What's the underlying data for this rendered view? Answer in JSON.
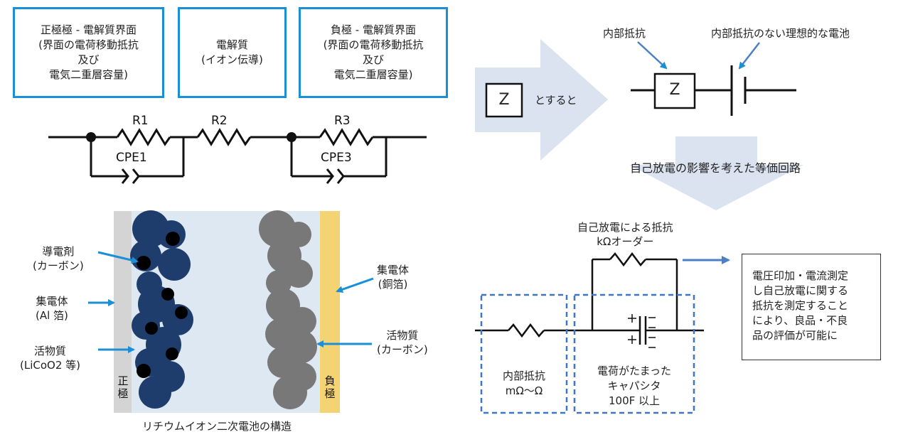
{
  "top_boxes": [
    {
      "lines": [
        "正極極 - 電解質界面",
        "(界面の電荷移動抵抗",
        "及び",
        "電気二重層容量)"
      ]
    },
    {
      "lines": [
        "電解質",
        "(イオン伝導)"
      ]
    },
    {
      "lines": [
        "負極 - 電解質界面",
        "(界面の電荷移動抵抗",
        "及び",
        "電気二重層容量)"
      ]
    }
  ],
  "circuit_labels": {
    "r1": "R1",
    "r2": "R2",
    "r3": "R3",
    "cpe1": "CPE1",
    "cpe3": "CPE3"
  },
  "battery": {
    "left_labels": [
      {
        "lines": [
          "導電剤",
          "(カーボン)"
        ]
      },
      {
        "lines": [
          "集電体",
          "(Al 箔)"
        ]
      },
      {
        "lines": [
          "活物質",
          "(LiCoO2 等)"
        ]
      }
    ],
    "right_labels": [
      {
        "lines": [
          "集電体",
          "(銅箔)"
        ]
      },
      {
        "lines": [
          "活物質",
          "(カーボン)"
        ]
      }
    ],
    "positive_label": "正極",
    "negative_label": "負極",
    "caption": "リチウムイオン二次電池の構造"
  },
  "right": {
    "z_symbol": "Z",
    "z_text": "とすると",
    "internal_resistance_label": "内部抵抗",
    "ideal_battery_label": "内部抵抗のない理想的な電池",
    "equivalent_circuit_label": "自己放電の影響を考えた等価回路",
    "self_discharge_label": [
      "自己放電による抵抗",
      "kΩオーダー"
    ],
    "dashed_left_lines": [
      "内部抵抗",
      "mΩ〜Ω"
    ],
    "dashed_right_lines": [
      "電荷がたまった",
      "キャパシタ",
      "100F 以上"
    ],
    "note_lines": [
      "電圧印加・電流測定",
      "し自己放電に関する",
      "抵抗を測定すること",
      "により、良品・不良",
      "品の評価が可能に"
    ]
  },
  "colors": {
    "box_border": "#1a8fd6",
    "arrow_blue": "#1a8fd6",
    "dashed_blue": "#3e76c1",
    "big_arrow": "#dbe3f0",
    "dark_particle": "#1f3e6b",
    "gray_particle": "#7a7a7a",
    "copper": "#f5d778",
    "aluminum": "#d6d6d6"
  }
}
